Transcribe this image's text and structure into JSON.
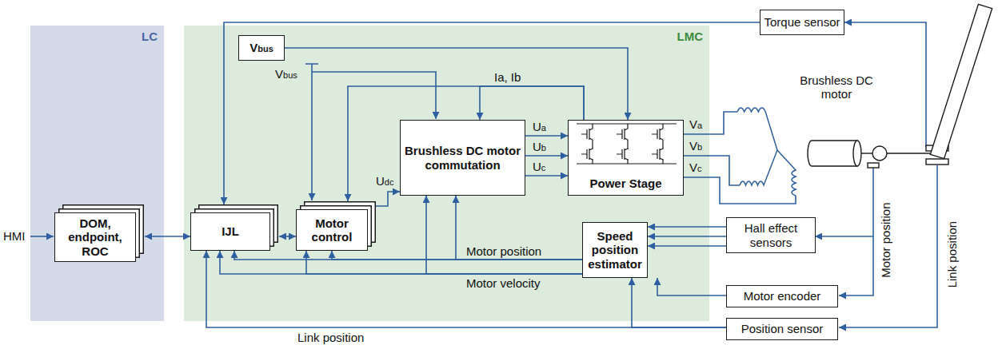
{
  "diagram": {
    "nodes": [
      {
        "text": [
          "LC"
        ]
      },
      {
        "text": [
          "LMC"
        ]
      },
      {
        "text": [
          "DOM, endpoint, ROC"
        ],
        "in": 0
      },
      {
        "text": [
          "IJL"
        ],
        "in": 1
      },
      {
        "text": [
          "Motor control"
        ],
        "in": 1
      },
      {
        "text": [
          "Brushless DC motor commutation"
        ],
        "in": 1
      },
      {
        "text": [
          "Power Stage"
        ],
        "in": 1
      },
      {
        "text": [
          "Vbus"
        ],
        "in": 1
      },
      {
        "text": [
          "Speed position estimator"
        ],
        "in": 1
      },
      {
        "text": [
          "Torque sensor"
        ]
      },
      {
        "text": [
          "Hall effect sensors"
        ]
      },
      {
        "text": [
          "Motor encoder"
        ]
      },
      {
        "text": [
          "Position sensor"
        ]
      }
    ],
    "edges": [
      {
        "from": 2,
        "to": 3,
        "arrow": "both"
      },
      {
        "from": 3,
        "to": 4,
        "arrow": "both"
      },
      {
        "from": 4,
        "to": 5,
        "arrow": "to",
        "label": "Udc"
      },
      {
        "from": 5,
        "to": 6,
        "arrow": "to",
        "label": "Ua"
      },
      {
        "from": 5,
        "to": 6,
        "arrow": "to",
        "label": "Ub"
      },
      {
        "from": 5,
        "to": 6,
        "arrow": "to",
        "label": "Uc"
      },
      {
        "from": 6,
        "to": 4,
        "arrow": "to",
        "label": "Ia, Ib"
      },
      {
        "from": 6,
        "to": 5,
        "arrow": "to"
      },
      {
        "from": 7,
        "to": 6,
        "arrow": "to"
      },
      {
        "from": 9,
        "to": 3,
        "arrow": "to"
      },
      {
        "from": 10,
        "to": 8,
        "arrow": "to"
      },
      {
        "from": 11,
        "to": 8,
        "arrow": "to"
      },
      {
        "from": 12,
        "to": 8,
        "arrow": "to"
      },
      {
        "from": 12,
        "to": 3,
        "arrow": "to",
        "label": "Link position"
      },
      {
        "from": 8,
        "to": 3,
        "arrow": "to"
      },
      {
        "from": 8,
        "to": 4,
        "arrow": "to"
      },
      {
        "from": 8,
        "to": 5,
        "arrow": "to"
      },
      {
        "from": 8,
        "to": 3,
        "arrow": "to"
      },
      {
        "from": 8,
        "to": 4,
        "arrow": "to"
      },
      {
        "from": 8,
        "to": 5,
        "arrow": "to"
      }
    ],
    "labels": [
      "HMI",
      "Vbus",
      "Va",
      "Vb",
      "Vc",
      "Brushless DC motor",
      "Motor position",
      "Motor velocity",
      "Motor position",
      "Link position"
    ]
  }
}
